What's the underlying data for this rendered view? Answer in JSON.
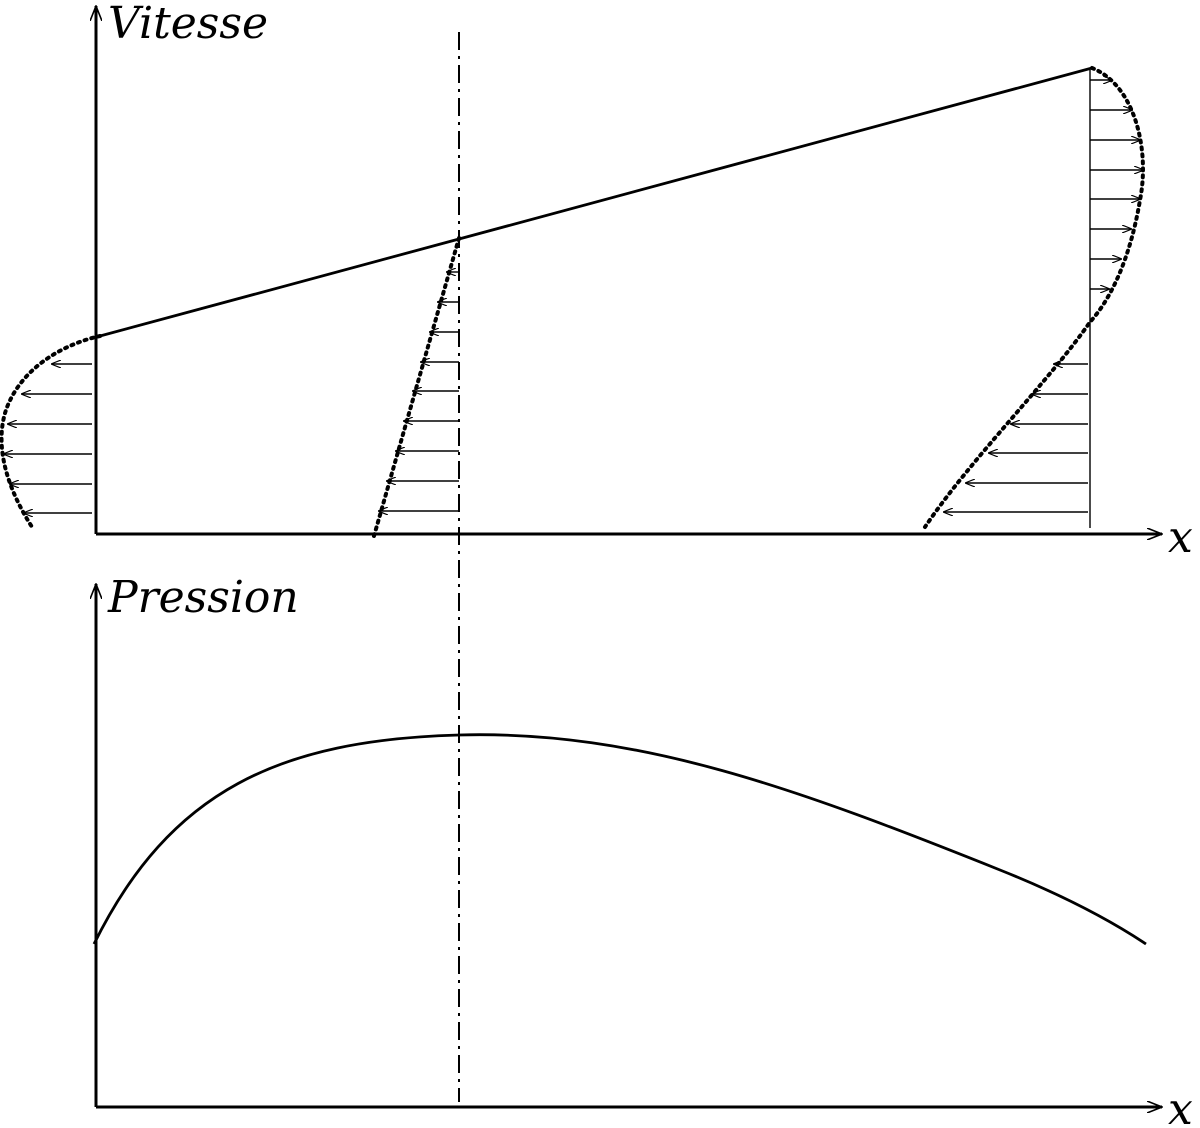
{
  "top_panel": {
    "y_axis_label": "Vitesse",
    "x_axis_label": "x"
  },
  "bottom_panel": {
    "y_axis_label": "Pression",
    "x_axis_label": "x"
  },
  "colors": {
    "ink": "#000000",
    "background": "#ffffff"
  }
}
